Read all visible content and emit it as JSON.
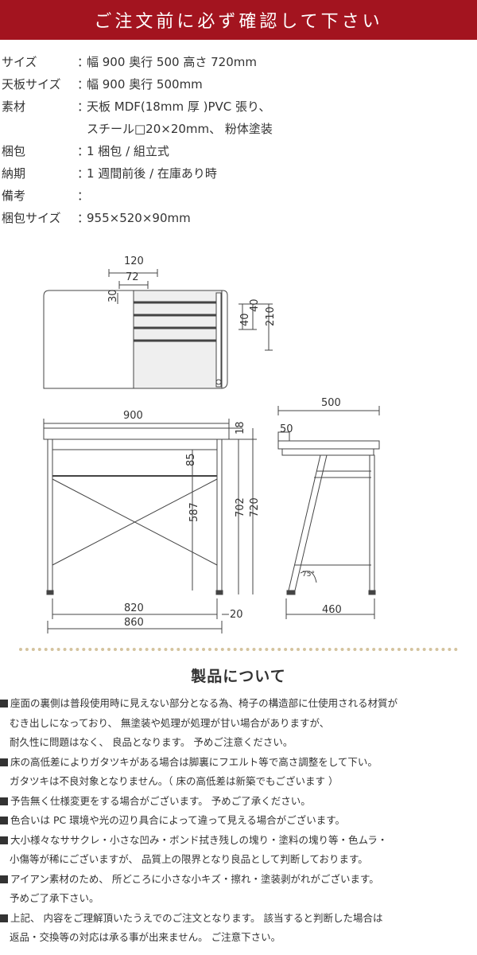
{
  "header": {
    "title": "ご注文前に必ず確認して下さい"
  },
  "specs": [
    {
      "label": "サイズ",
      "sep": "：",
      "value": "幅 900 奥行 500 高さ 720mm"
    },
    {
      "label": "天板サイズ",
      "sep": "：",
      "value": "幅 900 奥行 500mm"
    },
    {
      "label": "素材",
      "sep": "：",
      "value": "天板 MDF(18mm 厚 )PVC 張り、",
      "continuation": "スチール□20×20mm、 粉体塗装"
    },
    {
      "label": "梱包",
      "sep": "：",
      "value": "1 梱包 / 組立式"
    },
    {
      "label": "納期",
      "sep": "：",
      "value": "1 週間前後 / 在庫あり時"
    },
    {
      "label": "備考",
      "sep": "：",
      "value": ""
    },
    {
      "label": "梱包サイズ",
      "sep": "：",
      "value": "955×520×90mm"
    }
  ],
  "dimensions": {
    "top_120": "120",
    "top_72": "72",
    "top_30": "30",
    "side_40a": "40",
    "side_40b": "40",
    "side_210": "210",
    "front_900": "900",
    "front_18": "18",
    "front_85": "85",
    "front_587": "587",
    "front_702": "702",
    "front_720": "720",
    "front_820": "820",
    "front_860": "860",
    "front_20": "20",
    "side_500": "500",
    "side_50": "50",
    "side_460": "460",
    "side_angle": "75°"
  },
  "about": {
    "title": "製品について",
    "lines": [
      {
        "text": "座面の裏側は普段使用時に見えない部分となる為、椅子の構造部に仕使用される材質が",
        "bullet": true
      },
      {
        "text": "むき出しになっており、 無塗装や処理が処理が甘い場合がありますが、",
        "bullet": false
      },
      {
        "text": "耐久性に問題はなく、 良品となります。 予めご注意ください。",
        "bullet": false
      },
      {
        "text": "床の高低差によりガタツキがある場合は脚裏にフエルト等で高さ調整をして下い。",
        "bullet": true
      },
      {
        "text": "ガタツキは不良対象となりません。（ 床の高低差は新築でもございます ）",
        "bullet": false
      },
      {
        "text": "予告無く仕様変更をする場合がございます。 予めご了承ください。",
        "bullet": true
      },
      {
        "text": "色合いは PC 環境や光の辺り具合によって違って見える場合がございます。",
        "bullet": true
      },
      {
        "text": "大小様々なササクレ・小さな凹み・ボンド拭き残しの塊り・塗料の塊り等・色ムラ・",
        "bullet": true
      },
      {
        "text": "小傷等が稀にございますが、 品質上の限界となり良品として判断しております。",
        "bullet": false
      },
      {
        "text": "アイアン素材のため、 所どころに小さな小キズ・擦れ・塗装剥がれがございます。",
        "bullet": true
      },
      {
        "text": "予めご了承下さい。",
        "bullet": false
      },
      {
        "text": "上記、 内容をご理解頂いたうえでのご注文となります。 該当すると判断した場合は",
        "bullet": true
      },
      {
        "text": "返品・交換等の対応は承る事が出来ません。 ご注意下さい。",
        "bullet": false
      }
    ]
  }
}
